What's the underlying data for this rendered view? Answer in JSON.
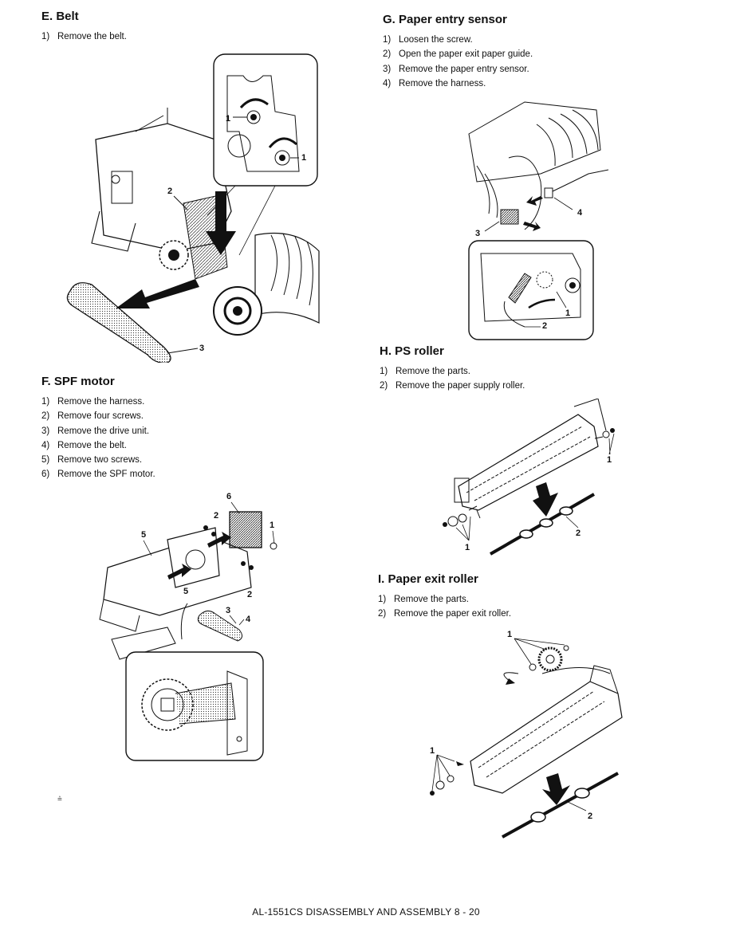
{
  "sections": {
    "e": {
      "title": "E. Belt",
      "steps": [
        {
          "num": "1)",
          "text": "Remove the belt."
        }
      ],
      "callouts": [
        "1",
        "1",
        "2",
        "3"
      ]
    },
    "f": {
      "title": "F. SPF motor",
      "steps": [
        {
          "num": "1)",
          "text": "Remove the harness."
        },
        {
          "num": "2)",
          "text": "Remove four screws."
        },
        {
          "num": "3)",
          "text": "Remove the drive unit."
        },
        {
          "num": "4)",
          "text": "Remove the belt."
        },
        {
          "num": "5)",
          "text": "Remove two screws."
        },
        {
          "num": "6)",
          "text": "Remove the SPF motor."
        }
      ],
      "callouts": [
        "6",
        "2",
        "5",
        "1",
        "5",
        "2",
        "3",
        "4"
      ]
    },
    "g": {
      "title": "G. Paper entry sensor",
      "steps": [
        {
          "num": "1)",
          "text": "Loosen the screw."
        },
        {
          "num": "2)",
          "text": "Open the paper exit paper guide."
        },
        {
          "num": "3)",
          "text": "Remove the paper entry sensor."
        },
        {
          "num": "4)",
          "text": "Remove the harness."
        }
      ],
      "callouts": [
        "4",
        "3",
        "1",
        "2"
      ]
    },
    "h": {
      "title": "H. PS roller",
      "steps": [
        {
          "num": "1)",
          "text": "Remove the parts."
        },
        {
          "num": "2)",
          "text": "Remove the paper supply roller."
        }
      ],
      "callouts": [
        "1",
        "1",
        "2"
      ]
    },
    "i": {
      "title": "I. Paper exit roller",
      "steps": [
        {
          "num": "1)",
          "text": "Remove the parts."
        },
        {
          "num": "2)",
          "text": "Remove the paper exit roller."
        }
      ],
      "callouts": [
        "1",
        "1",
        "2"
      ]
    }
  },
  "footer": {
    "text": "AL-1551CS DISASSEMBLY AND ASSEMBLY 8 - 20"
  },
  "stray_mark": {
    "text": "⩮"
  }
}
